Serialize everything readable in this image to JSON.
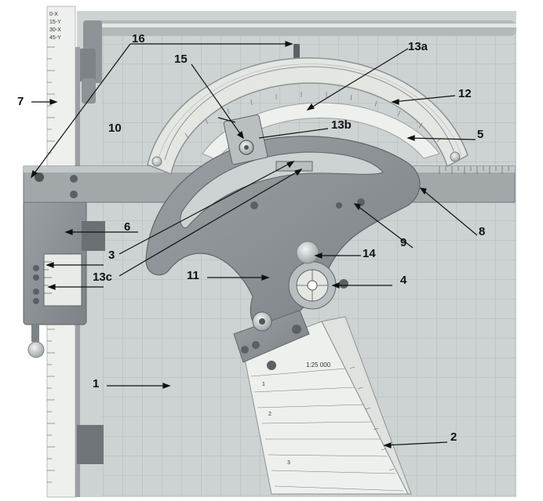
{
  "diagram": {
    "callouts": [
      {
        "id": "1",
        "text": "1"
      },
      {
        "id": "2",
        "text": "2"
      },
      {
        "id": "3",
        "text": "3"
      },
      {
        "id": "4",
        "text": "4"
      },
      {
        "id": "5",
        "text": "5"
      },
      {
        "id": "6",
        "text": "6"
      },
      {
        "id": "7",
        "text": "7"
      },
      {
        "id": "8",
        "text": "8"
      },
      {
        "id": "9",
        "text": "9"
      },
      {
        "id": "10",
        "text": "10"
      },
      {
        "id": "11",
        "text": "11"
      },
      {
        "id": "12",
        "text": "12"
      },
      {
        "id": "13a",
        "text": "13a"
      },
      {
        "id": "13b",
        "text": "13b"
      },
      {
        "id": "13c",
        "text": "13c"
      },
      {
        "id": "14",
        "text": "14"
      },
      {
        "id": "15",
        "text": "15"
      },
      {
        "id": "16",
        "text": "16"
      }
    ],
    "ruler_header": [
      "0-X",
      "15-Y",
      "30-X",
      "45-Y"
    ],
    "scale_ruler": {
      "scale_text": "1:25 000",
      "marks": [
        "1",
        "2",
        "3"
      ]
    },
    "colors": {
      "board": "#cdd3d2",
      "grid": "#aab3b4",
      "metal": "#8d9396",
      "metal_dark": "#6c7275",
      "scale_face": "#e4e6e2",
      "white_ruler": "#eef0ed"
    }
  }
}
